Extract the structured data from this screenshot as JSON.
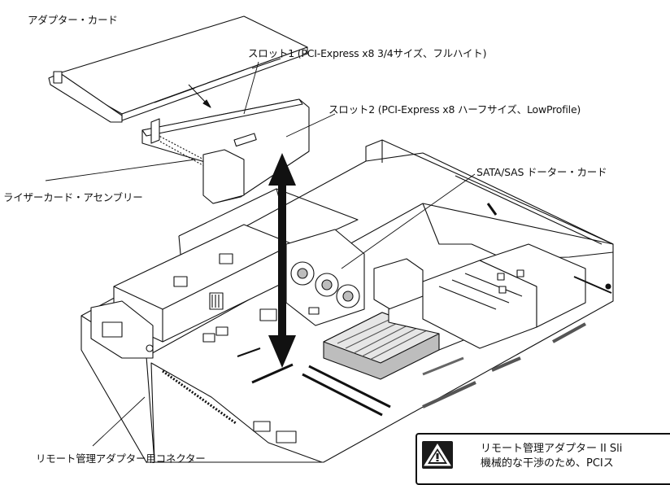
{
  "labels": {
    "adapter_card": "アダプター・カード",
    "slot1": "スロット1 (PCI-Express x8 3/4サイズ、フルハイト)",
    "slot2": "スロット2 (PCI-Express x8 ハーフサイズ、LowProfile)",
    "sata_card": "SATA/SAS ドーター・カード",
    "riser_card": "ライザーカード・アセンブリー",
    "remote_connector": "リモート管理アダプター用コネクター"
  },
  "warning": {
    "line1": "リモート管理アダプター II Sli",
    "line2": "機械的な干渉のため、PCIス"
  },
  "colors": {
    "line": "#111111",
    "fill": "#ffffff",
    "shade": "#bdbdbd",
    "dark": "#1a1a1a"
  }
}
